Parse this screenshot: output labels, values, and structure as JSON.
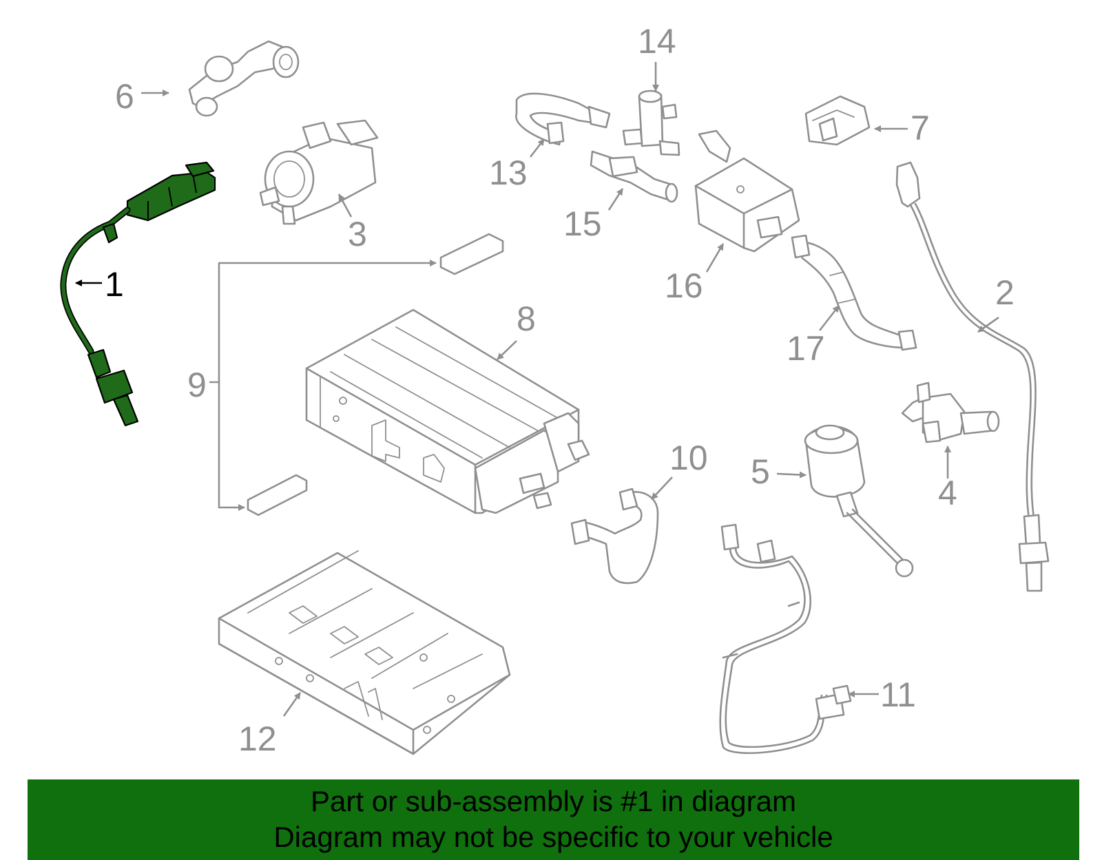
{
  "callouts": {
    "c1": "1",
    "c2": "2",
    "c3": "3",
    "c4": "4",
    "c5": "5",
    "c6": "6",
    "c7": "7",
    "c8": "8",
    "c9": "9",
    "c10": "10",
    "c11": "11",
    "c12": "12",
    "c13": "13",
    "c14": "14",
    "c15": "15",
    "c16": "16",
    "c17": "17"
  },
  "banner": {
    "line1": "Part or sub-assembly is #1 in diagram",
    "line2": "Diagram may not be specific to your vehicle"
  },
  "colors": {
    "highlight_part": "#1f6b1a",
    "banner_background": "#0f700d",
    "line_art": "#8f8f8f"
  }
}
